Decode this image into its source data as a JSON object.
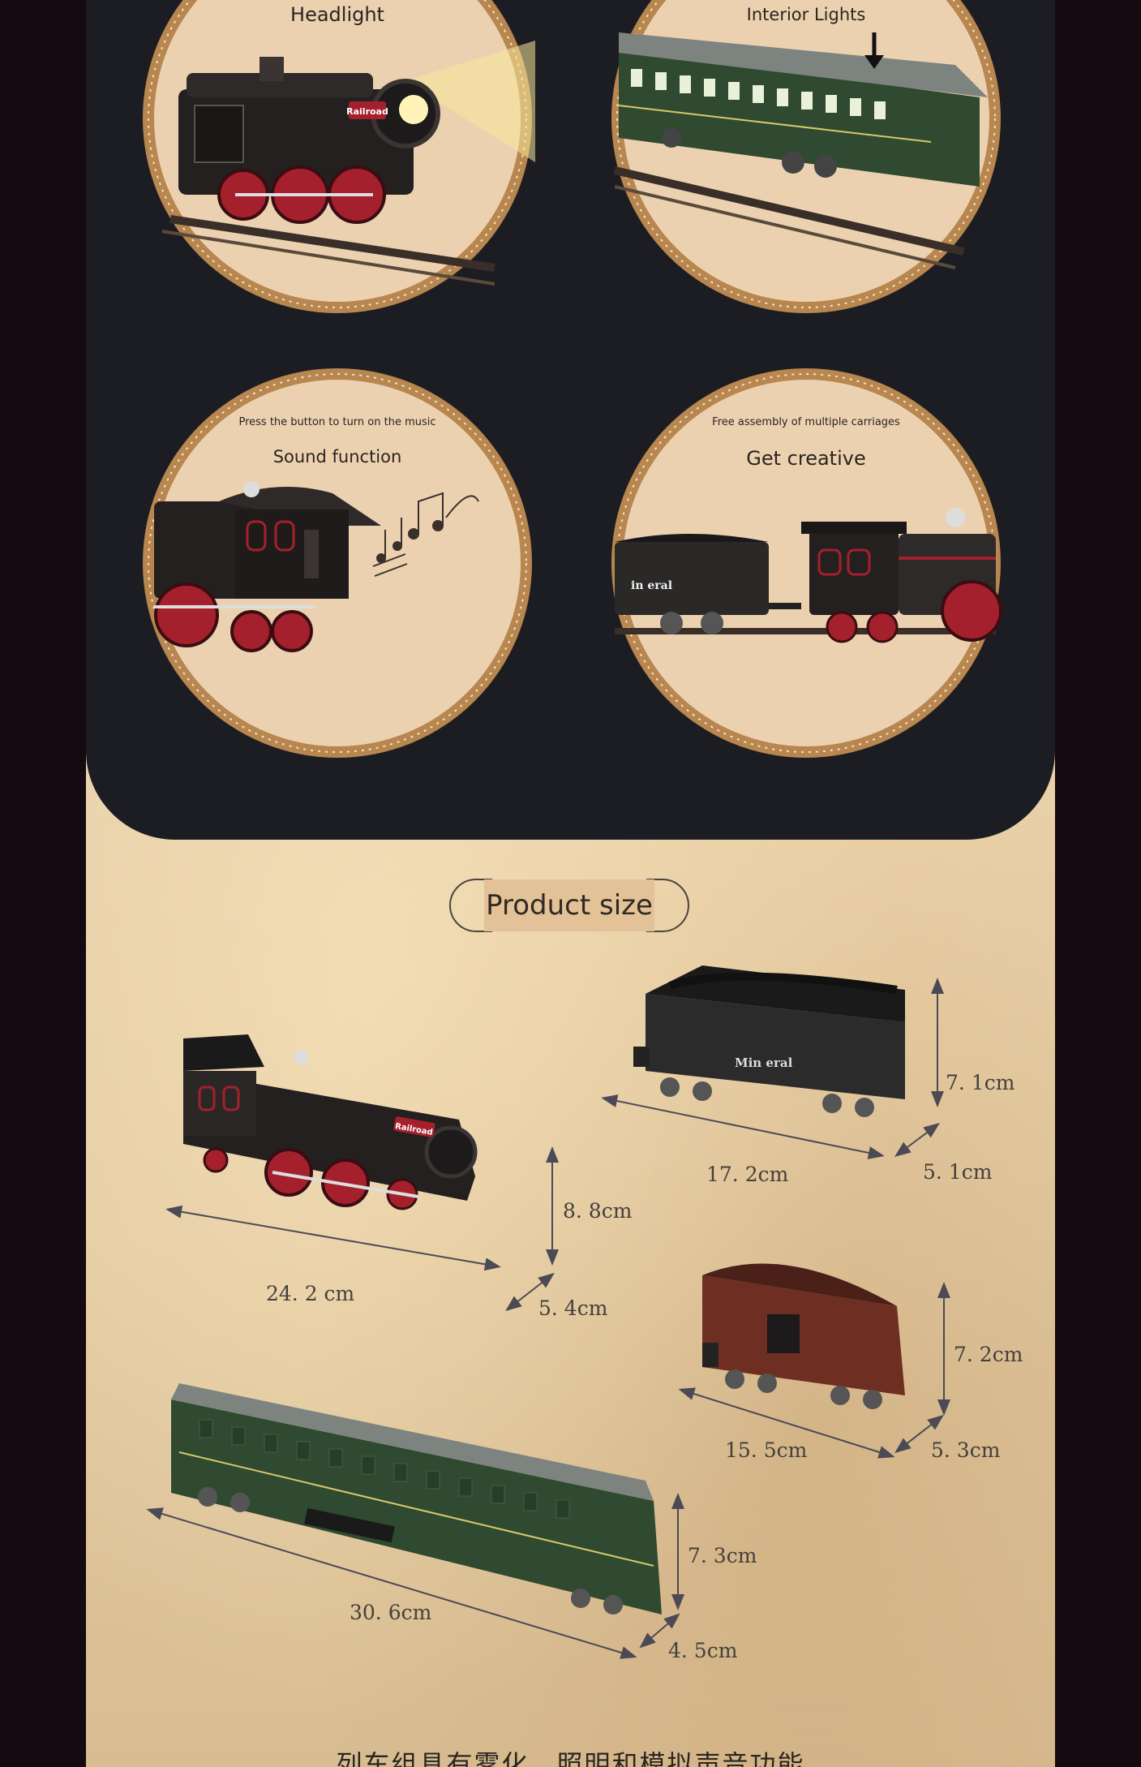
{
  "features": [
    {
      "title": "Headlight",
      "subtitle": ""
    },
    {
      "title": "Interior Lights",
      "subtitle": ""
    },
    {
      "title": "Sound function",
      "subtitle": "Press the button to turn on the music"
    },
    {
      "title": "Get creative",
      "subtitle": "Free assembly of multiple carriages"
    }
  ],
  "product_size": {
    "heading": "Product size",
    "locomotive": {
      "length": "24. 2  cm",
      "height": "8. 8cm",
      "width": "5. 4cm",
      "badge": "Railroad"
    },
    "coal_car": {
      "length": "17. 2cm",
      "height": "7. 1cm",
      "width": "5. 1cm",
      "label": "Min eral"
    },
    "caboose": {
      "length": "15. 5cm",
      "height": "7. 2cm",
      "width": "5. 3cm"
    },
    "passenger_car": {
      "length": "30. 6cm",
      "height": "7. 3cm",
      "width": "4. 5cm"
    }
  },
  "caption": "列车组具有雾化、照明和模拟声音功能",
  "colors": {
    "dark_panel": "#1c1d23",
    "ring": "#b8864f",
    "circle_fill": "#ecd1b1",
    "parchment": "#e6cfa8",
    "loco_red": "#a4202c",
    "car_green": "#2f4a30"
  }
}
